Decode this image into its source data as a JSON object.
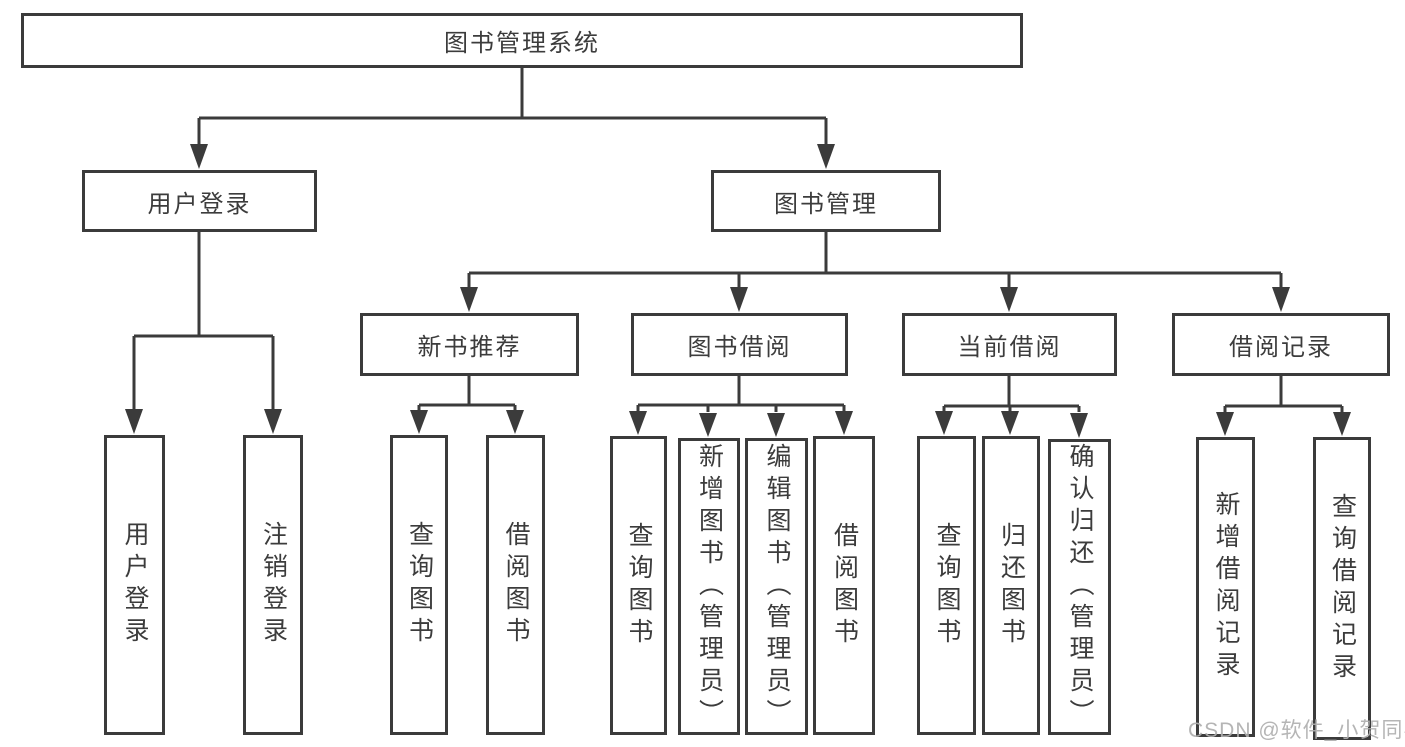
{
  "diagram": {
    "root": {
      "label": "图书管理系统"
    },
    "level2": [
      {
        "id": "user-login",
        "label": "用户登录"
      },
      {
        "id": "book-management",
        "label": "图书管理"
      }
    ],
    "level3": [
      {
        "id": "new-book-recommend",
        "label": "新书推荐"
      },
      {
        "id": "book-borrow",
        "label": "图书借阅"
      },
      {
        "id": "current-borrow",
        "label": "当前借阅"
      },
      {
        "id": "borrow-records",
        "label": "借阅记录"
      }
    ],
    "leaves": {
      "user_login": [
        {
          "label": "用户登录"
        },
        {
          "label": "注销登录"
        }
      ],
      "new_book_recommend": [
        {
          "label": "查询图书"
        },
        {
          "label": "借阅图书"
        }
      ],
      "book_borrow": [
        {
          "label": "查询图书"
        },
        {
          "label": "新增图书（管理员）"
        },
        {
          "label": "编辑图书（管理员）"
        },
        {
          "label": "借阅图书"
        }
      ],
      "current_borrow": [
        {
          "label": "查询图书"
        },
        {
          "label": "归还图书"
        },
        {
          "label": "确认归还（管理员）"
        }
      ],
      "borrow_records": [
        {
          "label": "新增借阅记录"
        },
        {
          "label": "查询借阅记录"
        }
      ]
    }
  },
  "watermark": {
    "text": "CSDN @软件_小贺同学"
  },
  "colors": {
    "line": "#3b3b3b",
    "text": "#3c3c3c",
    "watermark": "#b0b0b0",
    "background": "#ffffff"
  }
}
